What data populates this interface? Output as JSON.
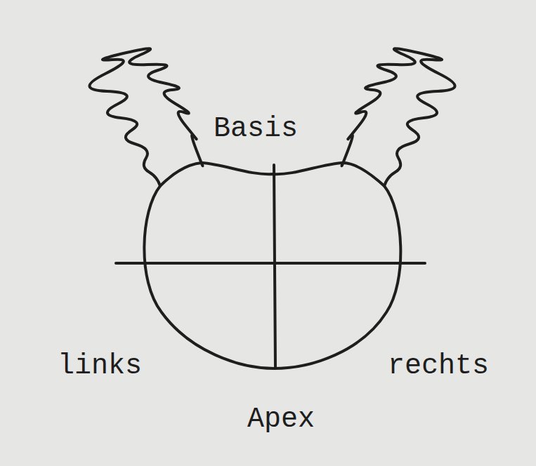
{
  "diagram": {
    "labels": [
      "Basis",
      "links",
      "rechts",
      "Apex"
    ]
  }
}
